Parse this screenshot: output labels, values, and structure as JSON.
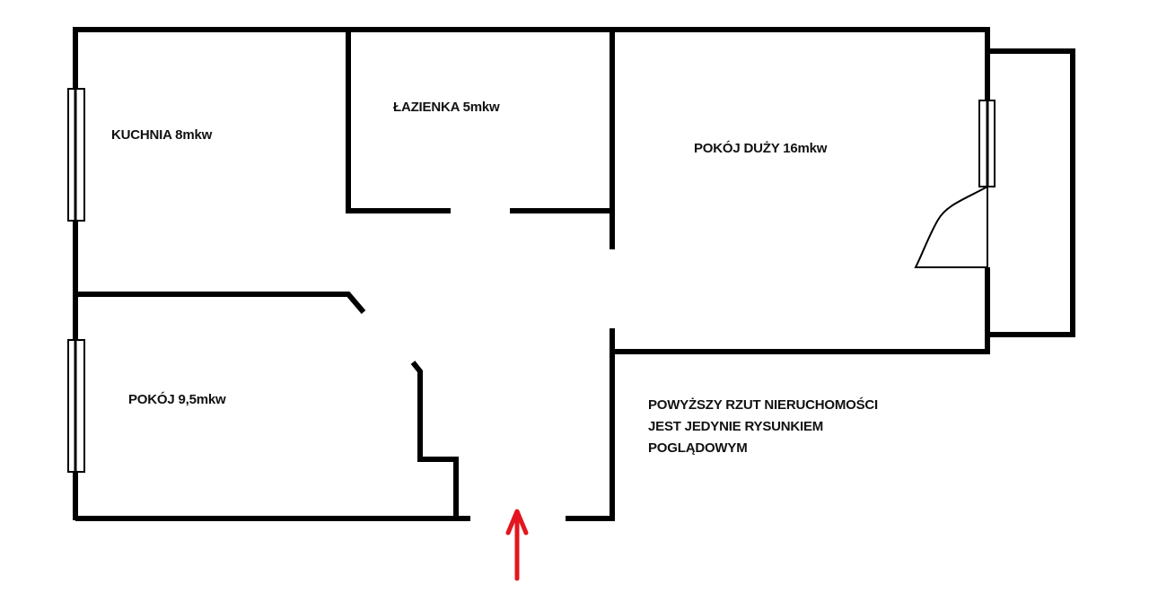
{
  "rooms": {
    "kitchen": "KUCHNIA 8mkw",
    "bathroom": "ŁAZIENKA 5mkw",
    "living_room": "POKÓJ DUŻY 16mkw",
    "bedroom": "POKÓJ 9,5mkw"
  },
  "disclaimer": {
    "line1": "POWYŻSZY RZUT NIERUCHOMOŚCI",
    "line2": "JEST JEDYNIE RYSUNKIEM",
    "line3": "POGLĄDOWYM"
  },
  "colors": {
    "wall": "#000000",
    "entrance_arrow": "#e3161f"
  }
}
